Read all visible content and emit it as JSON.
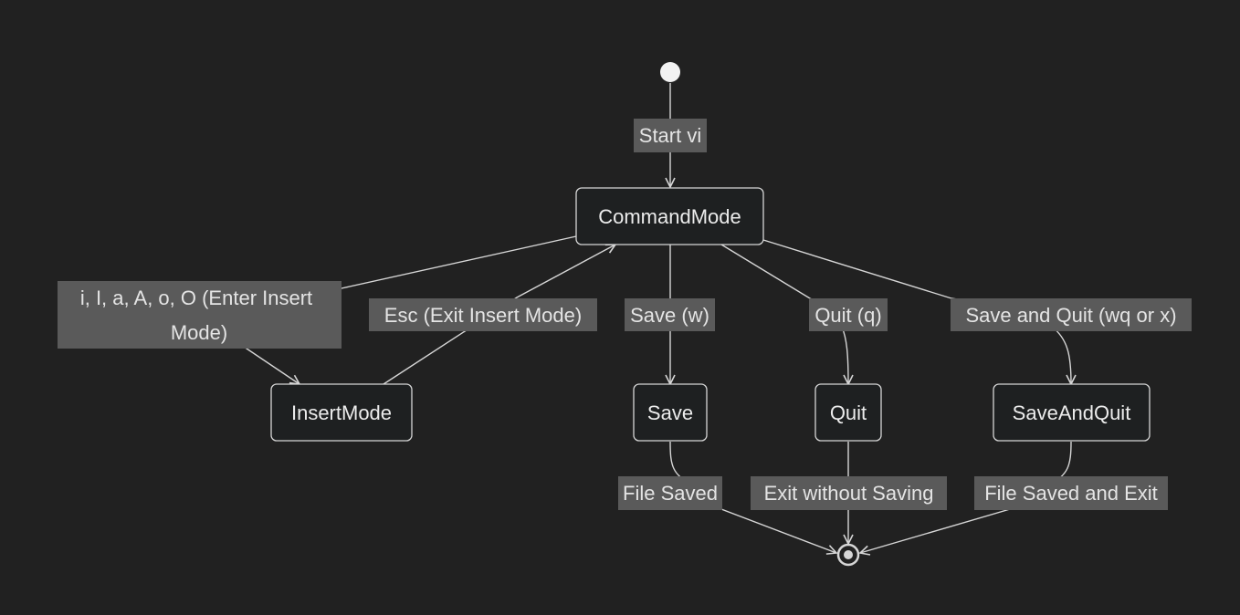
{
  "states": {
    "command": "CommandMode",
    "insert": "InsertMode",
    "save": "Save",
    "quit": "Quit",
    "save_quit": "SaveAndQuit"
  },
  "transitions": {
    "start": "Start vi",
    "enter_insert_1": "i, I, a, A, o, O (Enter Insert",
    "enter_insert_2": "Mode)",
    "exit_insert": "Esc (Exit Insert Mode)",
    "save": "Save (w)",
    "quit": "Quit (q)",
    "save_quit": "Save and Quit (wq or x)",
    "file_saved": "File Saved",
    "exit_no_save": "Exit without Saving",
    "file_saved_exit": "File Saved and Exit"
  },
  "colors": {
    "background": "#212121",
    "stroke": "#d6d6d6",
    "label_bg": "#5a5a5a",
    "text": "#ececec"
  }
}
